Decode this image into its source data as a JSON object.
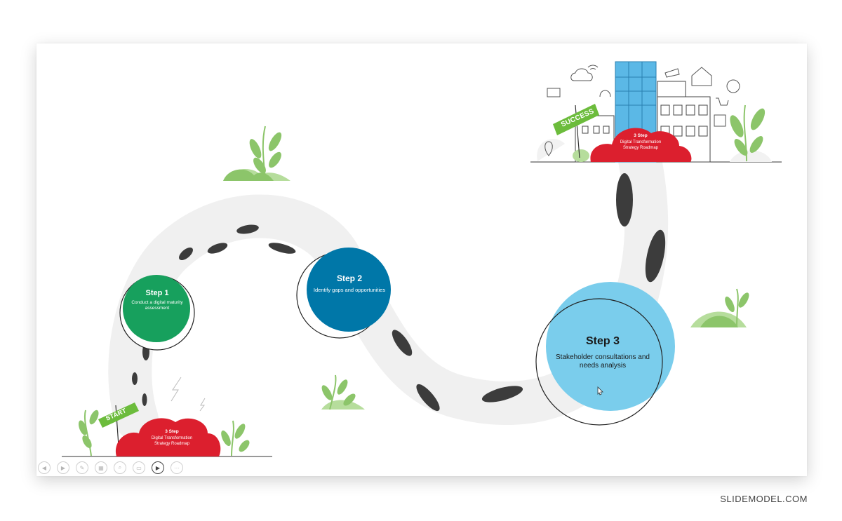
{
  "steps": [
    {
      "title": "Step 1",
      "description": "Conduct a digital maturity assessment",
      "color": "#17a05d"
    },
    {
      "title": "Step 2",
      "description": "Identify gaps and opportunities",
      "color": "#0077a8"
    },
    {
      "title": "Step 3",
      "description": "Stakeholder consultations and needs analysis",
      "color": "#7acdec"
    }
  ],
  "start_cloud": {
    "title": "3 Step",
    "line1": "Digital Transformation",
    "line2": "Strategy Roadmap",
    "color": "#dc1f2e"
  },
  "end_cloud": {
    "title": "3 Step",
    "line1": "Digital Transformation",
    "line2": "Strategy Roadmap",
    "color": "#dc1f2e"
  },
  "signs": {
    "start": "START",
    "success": "SUCCESS",
    "color": "#6cbc3c"
  },
  "toolbar": {
    "buttons": [
      {
        "icon": "previous-icon",
        "glyph": "◀"
      },
      {
        "icon": "next-icon",
        "glyph": "▶"
      },
      {
        "icon": "pen-icon",
        "glyph": "✎"
      },
      {
        "icon": "slides-icon",
        "glyph": "▦"
      },
      {
        "icon": "zoom-icon",
        "glyph": "⌕"
      },
      {
        "icon": "subtitles-icon",
        "glyph": "▭"
      },
      {
        "icon": "camera-icon",
        "glyph": "▶"
      },
      {
        "icon": "more-icon",
        "glyph": "···"
      }
    ]
  },
  "watermark": "SLIDEMODEL.COM",
  "colors": {
    "road": "#f0f0f0",
    "footprint": "#3c3c3c",
    "plant": "#8cc56a",
    "bush": "#b6dd9c"
  }
}
